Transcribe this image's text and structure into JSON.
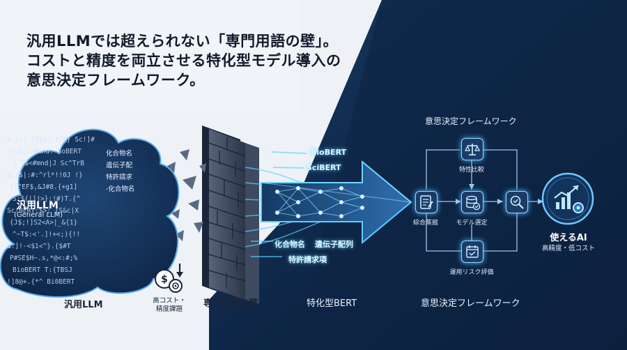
{
  "headline": {
    "line1": "汎用LLMでは超えられない「専門用語の壁」。",
    "line2": "コストと精度を両立させる特化型モデル導入の",
    "line3": "意思決定フレームワーク。"
  },
  "cloud": {
    "title": "汎用LLM",
    "subtitle": "(General LLM)",
    "caption": "汎用LLM",
    "text_rows": [
      "0.1;{.j7$=;-!^@} Sc!]#",
      "\\:G::^#mnd. SoBERT",
      "{_T$<#mnd|J Sc^TrB",
      "8;{$|:#:^rl*!!0J !}",
      "{]^EF$,&J#8.{+g1]",
      "S:${|]j>}:!#)T.{^",
      "Sc!BERT:$>; {S&c|X",
      "{J$;!]S2<A>|_&{1}",
      "^~T$:<'.]!+<;){!!",
      "&:]!-<$1<^}.{$#T",
      "P#SE$H~.s,*@<:#;%",
      "BioBERT T:{TBSJ",
      "!]8@+.{*^ Bi0BERT"
    ],
    "right_rows": [
      "化合物名",
      "遺伝子配",
      "特許請求",
      "-化合物名"
    ]
  },
  "cost": {
    "line1": "高コスト・",
    "line2": "精度課題"
  },
  "wall": {
    "caption": "専門用語の壁"
  },
  "bert": {
    "tags_top": [
      "BioBERT",
      "SciBERT"
    ],
    "tags_bottom": [
      "化合物名",
      "遺伝子配列",
      "特許請求項"
    ],
    "caption": "特化型BERT"
  },
  "framework": {
    "title": "意思決定フレームワーク",
    "caption": "意思決定フレームワーク",
    "nodes": {
      "compare": "特性比較",
      "left": "綜合蒸館",
      "center": "モデル選定",
      "risk": "運用リスク評価"
    }
  },
  "result": {
    "title": "使えるAI",
    "subtitle": "高精度・低コスト"
  },
  "colors": {
    "dark_bg": "#0f2748",
    "accent": "#48b8ff"
  }
}
